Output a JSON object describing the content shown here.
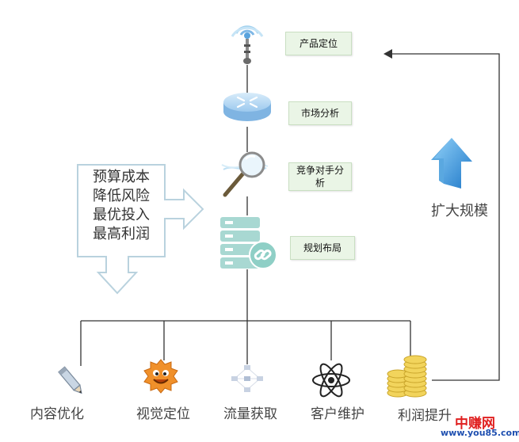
{
  "steps": {
    "product": "产品定位",
    "market": "市场分析",
    "competition": "竞争对手分析",
    "planning": "规划布局"
  },
  "budget": {
    "line1": "预算成本",
    "line2": "降低风险",
    "line3": "最优投入",
    "line4": "最高利润"
  },
  "outcomes": {
    "content": "内容优化",
    "visual": "视觉定位",
    "traffic": "流量获取",
    "customer": "客户维护",
    "profit": "利润提升"
  },
  "expand": "扩大规模",
  "watermark": {
    "name": "中赚网",
    "url": "www.you85.com"
  },
  "icons": {
    "product": "wireless-tower-icon",
    "market": "router-icon",
    "competition": "magnifier-icon",
    "planning": "server-chain-icon",
    "content": "pencil-icon",
    "visual": "cartoon-face-icon",
    "traffic": "network-nodes-icon",
    "customer": "atom-icon",
    "profit": "coin-stack-icon",
    "expand": "up-arrow-icon"
  },
  "colors": {
    "step_box": "#eaf5e6",
    "icon_blue": "#7fb8e6",
    "accent_orange": "#f0902a",
    "gold": "#f2d45c",
    "watermark_red": "#e02020",
    "watermark_blue": "#1e4fb0"
  }
}
